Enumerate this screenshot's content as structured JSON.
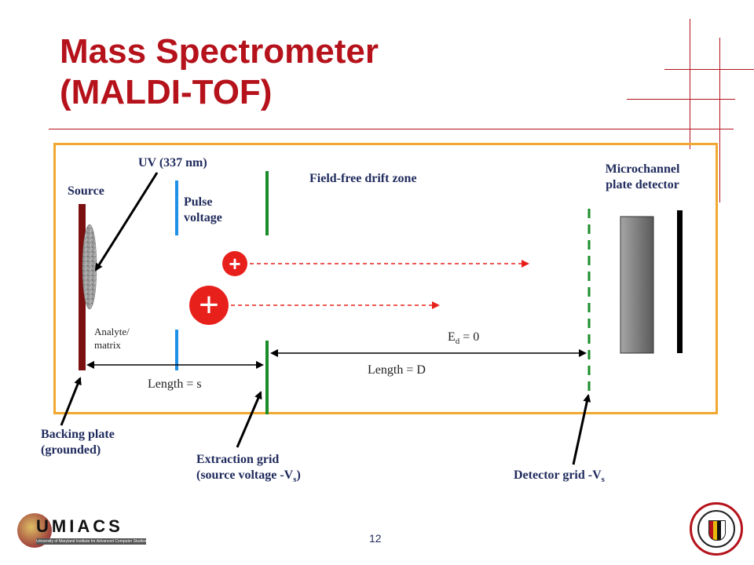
{
  "title": {
    "line1": "Mass Spectrometer",
    "line2": "(MALDI-TOF)"
  },
  "labels": {
    "uv": "UV (337 nm)",
    "source": "Source",
    "pulse_voltage_1": "Pulse",
    "pulse_voltage_2": "voltage",
    "field_free": "Field-free drift zone",
    "detector_title_1": "Microchannel",
    "detector_title_2": "plate detector",
    "analyte_1": "Analyte/",
    "analyte_2": "matrix",
    "ed_main": "E",
    "ed_sub": "d",
    "ed_rest": " = 0",
    "length_s": "Length = s",
    "length_d": "Length = D",
    "backing_1": "Backing plate",
    "backing_2": "(grounded)",
    "extraction_1": "Extraction grid",
    "extraction_2_pre": "(source voltage -V",
    "extraction_2_sub": "s",
    "extraction_2_post": ")",
    "detector_grid_pre": "Detector grid -V",
    "detector_grid_sub": "s"
  },
  "ions": {
    "symbol": "+"
  },
  "footer": {
    "page_number": "12",
    "umiacs_logo_text": "UMIACS",
    "umiacs_subtitle": "University of Maryland Institute for Advanced Computer Studies"
  },
  "colors": {
    "title": "#b5121b",
    "frame": "#f0a830",
    "backing_plate": "#7a1010",
    "pulse_grid": "#1e90e6",
    "extraction_grid": "#1a8c2a",
    "detector_grid": "#1a8c2a",
    "ion": "#e8201c",
    "ion_arrow": "#e8201c"
  }
}
